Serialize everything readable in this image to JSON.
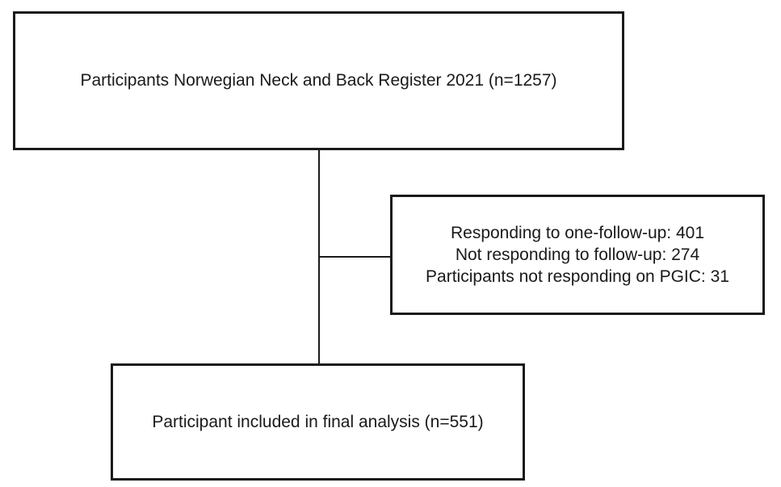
{
  "flowchart": {
    "top_box": {
      "text": "Participants Norwegian Neck and Back Register 2021  (n=1257)"
    },
    "exclusion_box": {
      "lines": [
        "Responding to one-follow-up: 401",
        "Not responding to follow-up: 274",
        "Participants not responding on PGIC: 31"
      ]
    },
    "bottom_box": {
      "text": "Participant included in final analysis (n=551)"
    }
  }
}
